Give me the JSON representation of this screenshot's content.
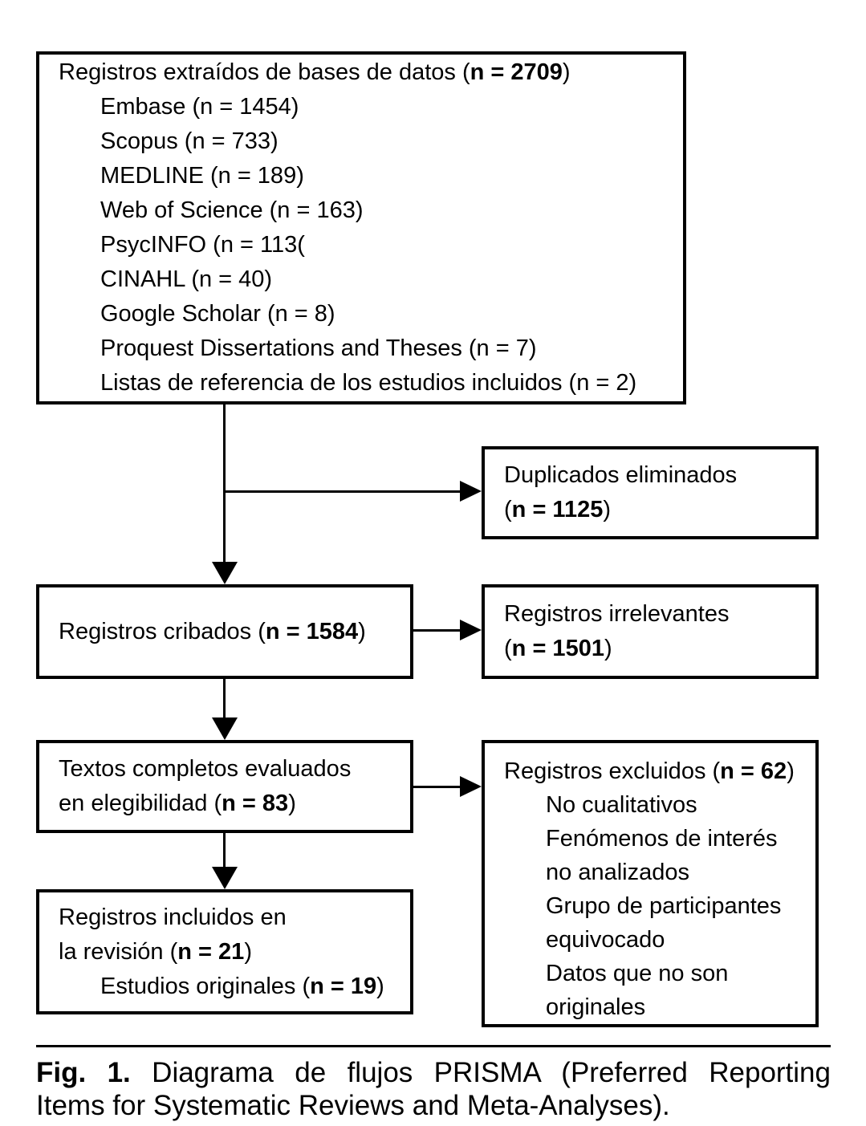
{
  "colors": {
    "ink": "#000000",
    "background": "#ffffff"
  },
  "boxes": {
    "extracted": {
      "lines": [
        {
          "ind": 0,
          "seg": [
            {
              "t": "Registros extraídos de bases de datos ("
            },
            {
              "t": "n = 2709",
              "b": 1
            },
            {
              "t": ")"
            }
          ]
        },
        {
          "ind": 1,
          "seg": [
            {
              "t": "Embase (n = 1454)"
            }
          ]
        },
        {
          "ind": 1,
          "seg": [
            {
              "t": "Scopus (n = 733)"
            }
          ]
        },
        {
          "ind": 1,
          "seg": [
            {
              "t": "MEDLINE (n = 189)"
            }
          ]
        },
        {
          "ind": 1,
          "seg": [
            {
              "t": "Web of Science (n = 163)"
            }
          ]
        },
        {
          "ind": 1,
          "seg": [
            {
              "t": "PsycINFO (n = 113("
            }
          ]
        },
        {
          "ind": 1,
          "seg": [
            {
              "t": "CINAHL (n = 40)"
            }
          ]
        },
        {
          "ind": 1,
          "seg": [
            {
              "t": "Google Scholar (n = 8)"
            }
          ]
        },
        {
          "ind": 1,
          "seg": [
            {
              "t": "Proquest Dissertations and Theses (n = 7)"
            }
          ]
        },
        {
          "ind": 1,
          "seg": [
            {
              "t": "Listas de referencia de los estudios incluidos (n = 2)"
            }
          ]
        }
      ]
    },
    "duplicates": {
      "lines": [
        {
          "ind": 0,
          "seg": [
            {
              "t": "Duplicados eliminados"
            }
          ]
        },
        {
          "ind": 0,
          "seg": [
            {
              "t": "("
            },
            {
              "t": "n = 1125",
              "b": 1
            },
            {
              "t": ")"
            }
          ]
        }
      ]
    },
    "screened": {
      "lines": [
        {
          "ind": 0,
          "seg": [
            {
              "t": "Registros cribados ("
            },
            {
              "t": "n = 1584",
              "b": 1
            },
            {
              "t": ")"
            }
          ]
        }
      ]
    },
    "irrelevant": {
      "lines": [
        {
          "ind": 0,
          "seg": [
            {
              "t": "Registros irrelevantes"
            }
          ]
        },
        {
          "ind": 0,
          "seg": [
            {
              "t": "("
            },
            {
              "t": "n = 1501",
              "b": 1
            },
            {
              "t": ")"
            }
          ]
        }
      ]
    },
    "fulltext": {
      "lines": [
        {
          "ind": 0,
          "seg": [
            {
              "t": "Textos completos evaluados"
            }
          ]
        },
        {
          "ind": 0,
          "seg": [
            {
              "t": "en elegibilidad ("
            },
            {
              "t": "n = 83",
              "b": 1
            },
            {
              "t": ")"
            }
          ]
        }
      ]
    },
    "excluded": {
      "lines": [
        {
          "ind": 0,
          "seg": [
            {
              "t": "Registros excluidos ("
            },
            {
              "t": "n = 62",
              "b": 1
            },
            {
              "t": ")"
            }
          ]
        },
        {
          "ind": 1,
          "seg": [
            {
              "t": "No cualitativos"
            }
          ]
        },
        {
          "ind": 1,
          "seg": [
            {
              "t": "Fenómenos de interés"
            }
          ]
        },
        {
          "ind": 1,
          "seg": [
            {
              "t": "no analizados"
            }
          ]
        },
        {
          "ind": 1,
          "seg": [
            {
              "t": "Grupo de participantes"
            }
          ]
        },
        {
          "ind": 1,
          "seg": [
            {
              "t": "equivocado"
            }
          ]
        },
        {
          "ind": 1,
          "seg": [
            {
              "t": "Datos que no son"
            }
          ]
        },
        {
          "ind": 1,
          "seg": [
            {
              "t": "originales"
            }
          ]
        }
      ]
    },
    "included": {
      "lines": [
        {
          "ind": 0,
          "seg": [
            {
              "t": "Registros incluidos en"
            }
          ]
        },
        {
          "ind": 0,
          "seg": [
            {
              "t": "la revisión ("
            },
            {
              "t": "n = 21",
              "b": 1
            },
            {
              "t": ")"
            }
          ]
        },
        {
          "ind": 1,
          "seg": [
            {
              "t": "Estudios originales ("
            },
            {
              "t": "n = 19",
              "b": 1
            },
            {
              "t": ")"
            }
          ]
        }
      ]
    }
  },
  "caption": {
    "label": "Fig. 1.",
    "line1_rest": " Diagrama de flujos PRISMA (Preferred Reporting",
    "line2": "Items for Systematic Reviews and Meta-Analyses)."
  }
}
